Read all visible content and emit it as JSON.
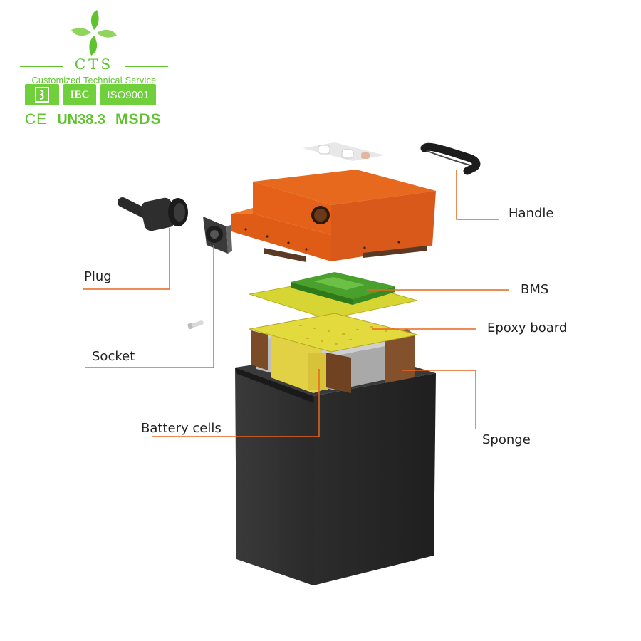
{
  "brand": {
    "name": "CTS",
    "tagline": "Customized Technical Service",
    "certifications": {
      "iec": "IEC",
      "iso": "ISO9001",
      "ce": "CE",
      "un": "UN38.3",
      "msds": "MSDS"
    }
  },
  "labels": {
    "handle": "Handle",
    "plug": "Plug",
    "bms": "BMS",
    "epoxy_board": "Epoxy board",
    "socket": "Socket",
    "battery_cells": "Battery cells",
    "sponge": "Sponge"
  },
  "colors": {
    "brand_green": "#5fc330",
    "leader_line": "#e8661d",
    "lid_orange": "#e15e17",
    "case_black": "#262626",
    "pcb_green": "#4aa02c",
    "epoxy_yellow": "#dcd233",
    "sponge_brown": "#7b4a26"
  },
  "icons": [
    "pinwheel-logo-icon",
    "plug-icon",
    "socket-icon",
    "handle-icon",
    "screw-icon"
  ]
}
